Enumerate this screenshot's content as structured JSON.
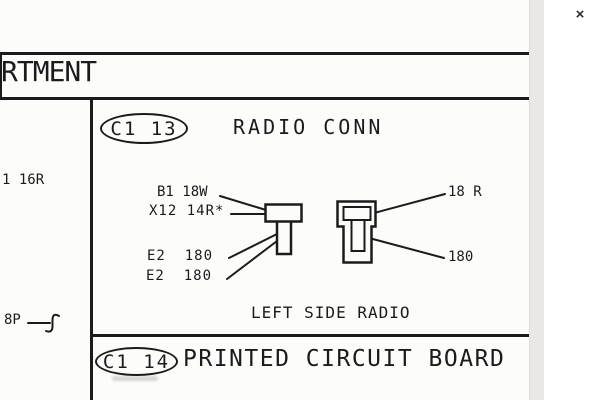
{
  "window": {
    "close_glyph": "×"
  },
  "page": {
    "header_text": "RTMENT",
    "margin_labels": {
      "top": "1 16R",
      "bottom": "8P"
    },
    "radio_conn_section": {
      "callout": "C1 13",
      "title": "RADIO CONN",
      "caption": "LEFT SIDE RADIO",
      "wire_labels": {
        "left": [
          {
            "text": "B1 18W"
          },
          {
            "text": "X12 14R*"
          },
          {
            "text": "E2  180"
          },
          {
            "text": "E2  180"
          }
        ],
        "right": [
          {
            "text": "18 R"
          },
          {
            "text": "180"
          }
        ]
      }
    },
    "pcb_section": {
      "callout": "C1 14",
      "title": "PRINTED CIRCUIT BOARD"
    }
  },
  "colors": {
    "ink": "#1b1b1b",
    "paper": "#fcfcfb",
    "scrollbar_track": "#eae8e6"
  }
}
